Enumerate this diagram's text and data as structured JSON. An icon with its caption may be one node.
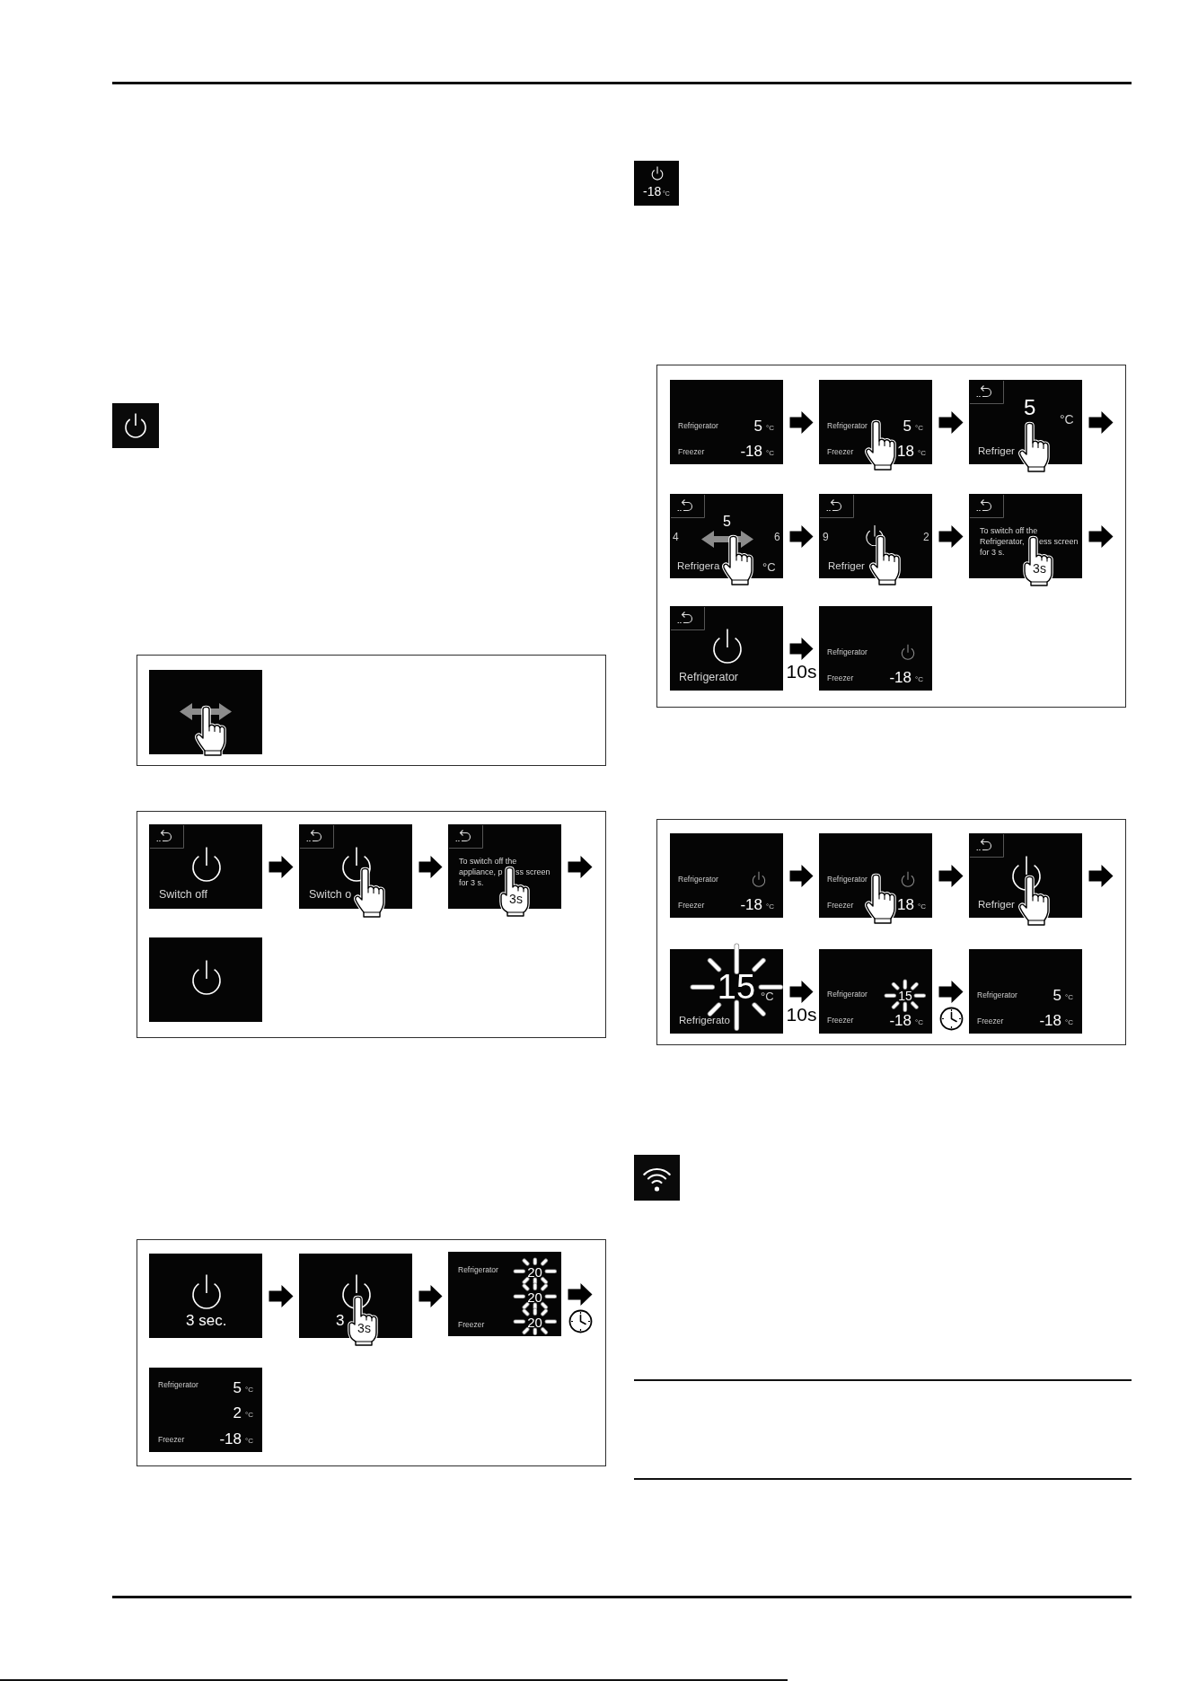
{
  "diagram": {
    "nodes": [
      {
        "text": [],
        "shape": "box"
      },
      {
        "text": [],
        "shape": "box",
        "in": 0
      },
      {
        "text": [],
        "shape": "box"
      },
      {
        "text": [
          "Switch off"
        ],
        "in": 2
      },
      {
        "text": [
          "Switch o"
        ],
        "in": 2
      },
      {
        "text": [
          "To switch off the",
          "appliance, p",
          "ss screen",
          "for 3 s.",
          "3s"
        ],
        "in": 2
      },
      {
        "text": [],
        "shape": "box",
        "in": 2
      },
      {
        "text": [],
        "shape": "box"
      },
      {
        "text": [
          "3 sec."
        ],
        "in": 7
      },
      {
        "text": [
          "3",
          "3s"
        ],
        "in": 7
      },
      {
        "text": [
          "Refrigerator",
          "20",
          "20",
          "Freezer",
          "20"
        ],
        "in": 7
      },
      {
        "text": [
          "Refrigerator",
          "5",
          "°C",
          "2",
          "°C",
          "Freezer",
          "-18",
          "°C"
        ],
        "in": 7
      },
      {
        "text": [
          "-18",
          "°C"
        ]
      },
      {
        "text": [],
        "shape": "box"
      },
      {
        "text": [
          "Refrigerator",
          "5",
          "°C",
          "Freezer",
          "-18",
          "°C"
        ],
        "in": 13
      },
      {
        "text": [
          "Refrigerator",
          "5",
          "°C",
          "Freezer",
          "18",
          "°C"
        ],
        "in": 13
      },
      {
        "text": [
          "5",
          "°C",
          "Refriger"
        ],
        "in": 13
      },
      {
        "text": [
          "4",
          "5",
          "6",
          "Refrigera",
          "°C"
        ],
        "in": 13
      },
      {
        "text": [
          "9",
          "2",
          "Refriger"
        ],
        "in": 13
      },
      {
        "text": [
          "To switch off the",
          "Refrigerator,",
          "ess screen",
          "for 3 s.",
          "3s"
        ],
        "in": 13
      },
      {
        "text": [
          "Refrigerator"
        ],
        "in": 13
      },
      {
        "text": [
          "Refrigerator",
          "Freezer",
          "-18",
          "°C"
        ],
        "in": 13
      },
      {
        "text": [],
        "shape": "box"
      },
      {
        "text": [
          "Refrigerator",
          "Freezer",
          "-18",
          "°C"
        ],
        "in": 22
      },
      {
        "text": [
          "Refrigerator",
          "Freezer",
          "18",
          "°C"
        ],
        "in": 22
      },
      {
        "text": [
          "Refriger"
        ],
        "in": 22
      },
      {
        "text": [
          "15",
          "°C",
          "Refrigerato"
        ],
        "in": 22
      },
      {
        "text": [
          "Refrigerator",
          "15",
          "Freezer",
          "-18",
          "°C"
        ],
        "in": 22
      },
      {
        "text": [
          "Refrigerator",
          "5",
          "°C",
          "Freezer",
          "-18",
          "°C"
        ],
        "in": 22
      }
    ],
    "edges": [
      {
        "from": 3,
        "to": 4,
        "arrow": "to"
      },
      {
        "from": 4,
        "to": 5,
        "arrow": "to"
      },
      {
        "from": 5,
        "to": null,
        "arrow": "to"
      },
      {
        "from": 8,
        "to": 9,
        "arrow": "to"
      },
      {
        "from": 9,
        "to": 10,
        "arrow": "to"
      },
      {
        "from": 10,
        "to": null,
        "arrow": "to"
      },
      {
        "from": 14,
        "to": 15,
        "arrow": "to"
      },
      {
        "from": 15,
        "to": 16,
        "arrow": "to"
      },
      {
        "from": 16,
        "to": null,
        "arrow": "to"
      },
      {
        "from": 17,
        "to": 18,
        "arrow": "to"
      },
      {
        "from": 18,
        "to": 19,
        "arrow": "to"
      },
      {
        "from": 19,
        "to": null,
        "arrow": "to"
      },
      {
        "from": 20,
        "to": 21,
        "arrow": "to",
        "label": "10s"
      },
      {
        "from": 23,
        "to": 24,
        "arrow": "to"
      },
      {
        "from": 24,
        "to": 25,
        "arrow": "to"
      },
      {
        "from": 25,
        "to": null,
        "arrow": "to"
      },
      {
        "from": 26,
        "to": 27,
        "arrow": "to",
        "label": "10s"
      },
      {
        "from": 27,
        "to": 28,
        "arrow": "to"
      }
    ]
  }
}
